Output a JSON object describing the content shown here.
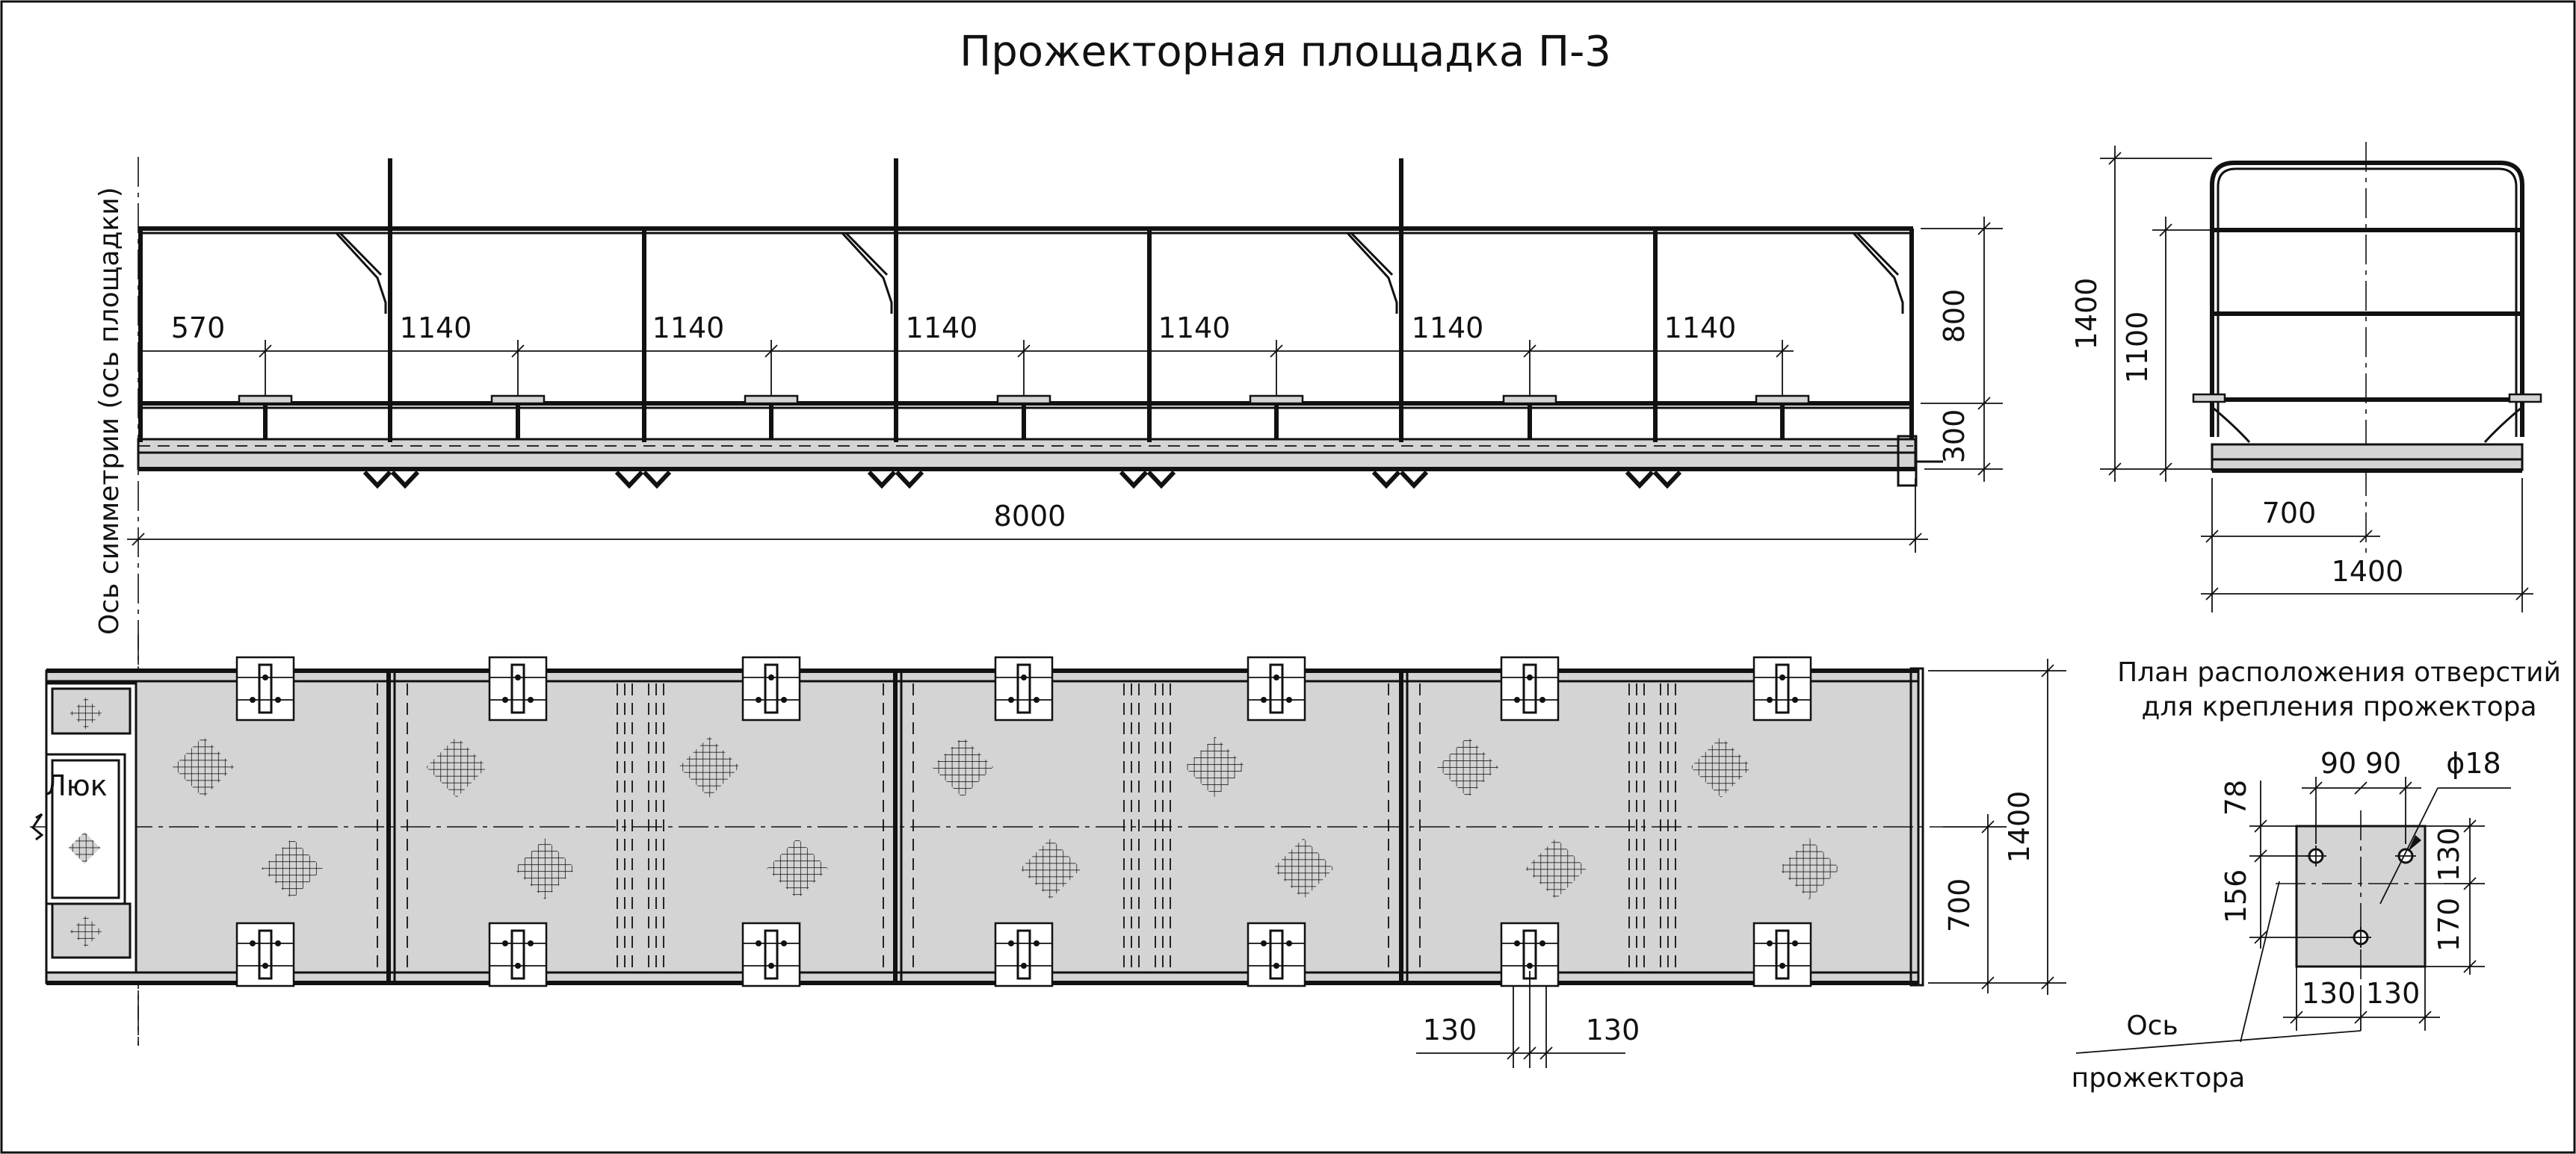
{
  "title": "Прожекторная площадка П-3",
  "side_view": {
    "spacing_first": "570",
    "spacing": [
      "1140",
      "1140",
      "1140",
      "1140",
      "1140",
      "1140"
    ],
    "height_upper": "800",
    "height_lower": "300",
    "length_total": "8000",
    "symmetry_label": "Ось симметрии (ось площадки)"
  },
  "end_view": {
    "height_total": "1400",
    "height_rail": "1100",
    "half_width": "700",
    "width_total": "1400"
  },
  "plan_view": {
    "hatch_label": "Люк",
    "width_total": "1400",
    "half_width": "700",
    "offset_left": "130",
    "offset_right": "130"
  },
  "hole_plan": {
    "title_line1": "План расположения отверстий",
    "title_line2": "для крепления прожектора",
    "dx1": "90",
    "dx2": "90",
    "diameter": "ϕ18",
    "dy_top": "78",
    "dy_bottom": "156",
    "h_upper": "130",
    "h_lower": "170",
    "w_left": "130",
    "w_right": "130",
    "axis_label_line1": "Ось",
    "axis_label_line2": "прожектора"
  }
}
